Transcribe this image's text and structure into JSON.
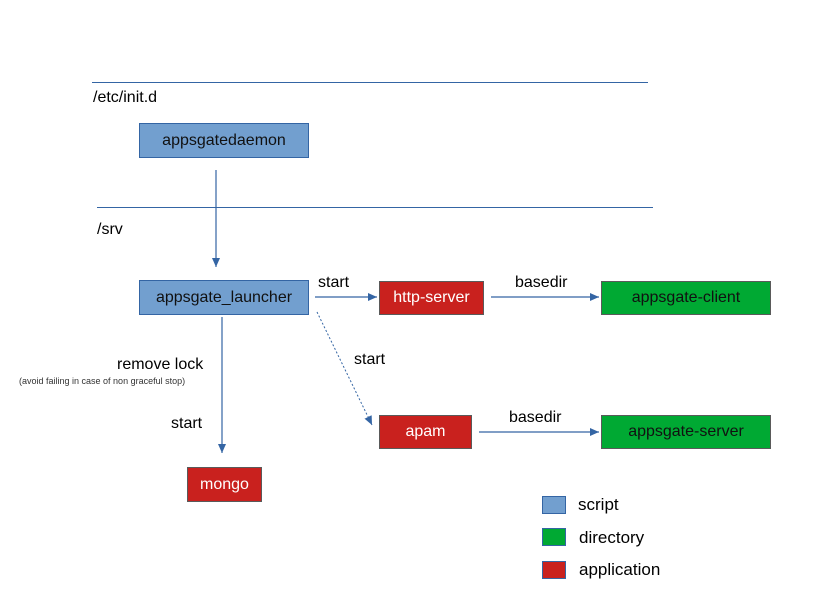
{
  "sections": {
    "init_label": "/etc/init.d",
    "srv_label": "/srv"
  },
  "nodes": {
    "appsgatedaemon": "appsgatedaemon",
    "appsgate_launcher": "appsgate_launcher",
    "http_server": "http-server",
    "appsgate_client": "appsgate-client",
    "apam": "apam",
    "appsgate_server": "appsgate-server",
    "mongo": "mongo"
  },
  "edges": {
    "launcher_to_http": "start",
    "http_to_client": "basedir",
    "launcher_to_apam": "start",
    "apam_to_server": "basedir",
    "launcher_to_mongo_remove": "remove lock",
    "launcher_to_mongo_note": "(avoid failing in case of non graceful stop)",
    "launcher_to_mongo_start": "start"
  },
  "legend": [
    {
      "label": "script",
      "color": "#729fcf"
    },
    {
      "label": "directory",
      "color": "#00a933"
    },
    {
      "label": "application",
      "color": "#c9211e"
    }
  ],
  "colors": {
    "script": "#729fcf",
    "directory": "#00a933",
    "application": "#c9211e",
    "line": "#3465a4"
  }
}
